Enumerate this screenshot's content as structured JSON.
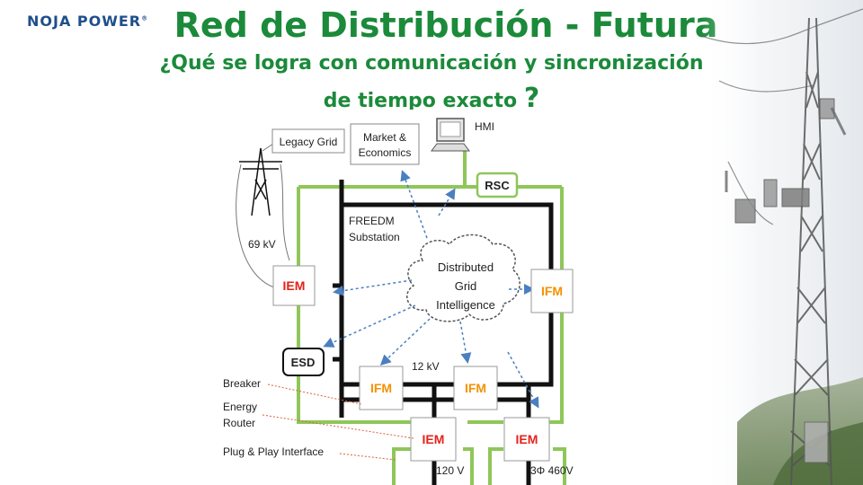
{
  "header": {
    "logo": "NOJA POWER",
    "title": "Red de Distribución - Futura",
    "subtitle_line1": "¿Qué se logra con comunicación y sincronización",
    "subtitle_line2": "de tiempo exacto",
    "subtitle_mark": "?"
  },
  "diagram": {
    "legacy_grid": "Legacy Grid",
    "market_line1": "Market &",
    "market_line2": "Economics",
    "hmi": "HMI",
    "rsc": "RSC",
    "substation_line1": "FREEDM",
    "substation_line2": "Substation",
    "dgi_line1": "Distributed",
    "dgi_line2": "Grid",
    "dgi_line3": "Intelligence",
    "kv69": "69 kV",
    "kv12": "12 kV",
    "iem": "IEM",
    "ifm": "IFM",
    "esd": "ESD",
    "breaker": "Breaker",
    "energy_line1": "Energy",
    "energy_line2": "Router",
    "plug": "Plug & Play Interface",
    "v120": "120 V",
    "v460": "3Φ 460V"
  },
  "colors": {
    "title_green": "#1b8a3a",
    "line_green": "#8fc65a",
    "box_orange": "#f39200",
    "arrow_blue": "#4a7fc0",
    "logo_blue": "#1f4f8a"
  }
}
